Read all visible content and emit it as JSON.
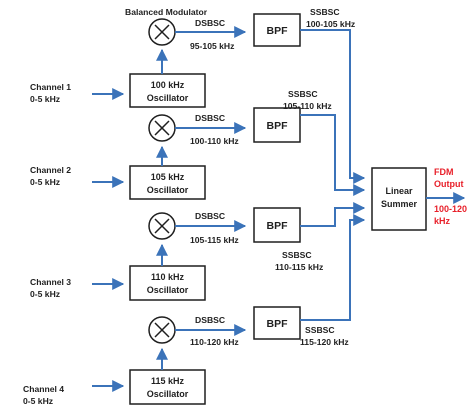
{
  "diagram": {
    "balanced_modulator_label": "Balanced Modulator",
    "channels": [
      {
        "name": "Channel 1",
        "band": "0-5 kHz",
        "oscillator": [
          "100 kHz",
          "Oscillator"
        ],
        "dsbsc": "DSBSC",
        "dsbsc_range": "95-105 kHz",
        "filter": "BPF",
        "ssbsc": "SSBSC",
        "ssbsc_range": "100-105 kHz"
      },
      {
        "name": "Channel 2",
        "band": "0-5 kHz",
        "oscillator": [
          "105 kHz",
          "Oscillator"
        ],
        "dsbsc": "DSBSC",
        "dsbsc_range": "100-110 kHz",
        "filter": "BPF",
        "ssbsc": "SSBSC",
        "ssbsc_range": "105-110 kHz"
      },
      {
        "name": "Channel 3",
        "band": "0-5 kHz",
        "oscillator": [
          "110 kHz",
          "Oscillator"
        ],
        "dsbsc": "DSBSC",
        "dsbsc_range": "105-115 kHz",
        "filter": "BPF",
        "ssbsc": "SSBSC",
        "ssbsc_range": "110-115 kHz"
      },
      {
        "name": "Channel 4",
        "band": "0-5 kHz",
        "oscillator": [
          "115 kHz",
          "Oscillator"
        ],
        "dsbsc": "DSBSC",
        "dsbsc_range": "110-120 kHz",
        "filter": "BPF",
        "ssbsc": "SSBSC",
        "ssbsc_range": "115-120 kHz"
      }
    ],
    "summer": [
      "Linear",
      "Summer"
    ],
    "output": {
      "line1": "FDM",
      "line2": "Output",
      "range_line1": "100-120",
      "range_line2": "kHz"
    },
    "colors": {
      "arrow": "#3b73b9",
      "box": "#1f1f1f",
      "output": "#e8202a",
      "text": "#1f1f1f"
    }
  }
}
